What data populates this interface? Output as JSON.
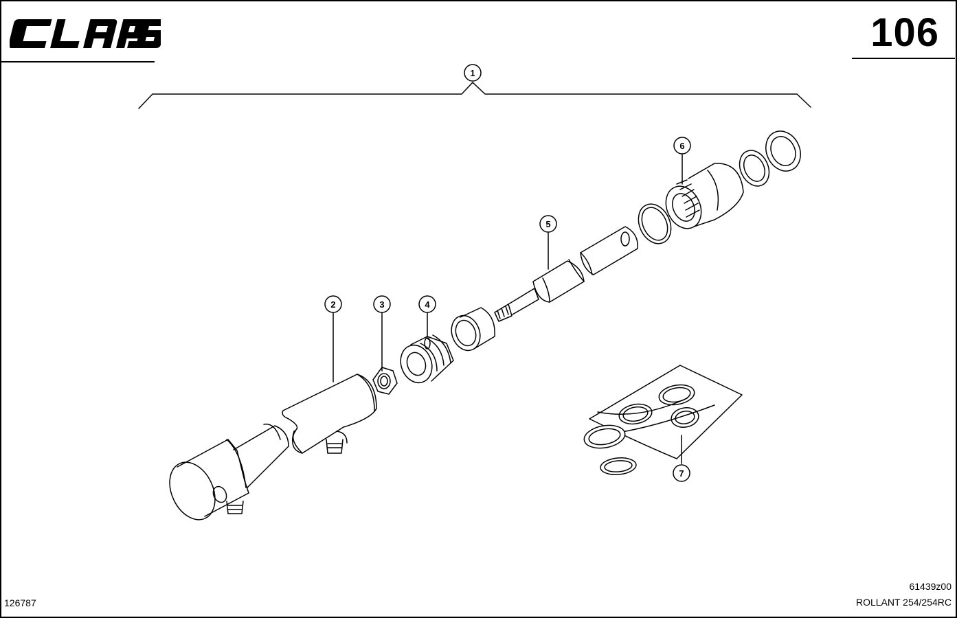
{
  "header": {
    "brand": "CLAAS",
    "page_number": "106"
  },
  "footer": {
    "drawing_id": "126787",
    "figure_code": "61439z00",
    "model": "ROLLANT 254/254RC"
  },
  "callouts": [
    "1",
    "2",
    "3",
    "4",
    "5",
    "6",
    "7"
  ]
}
